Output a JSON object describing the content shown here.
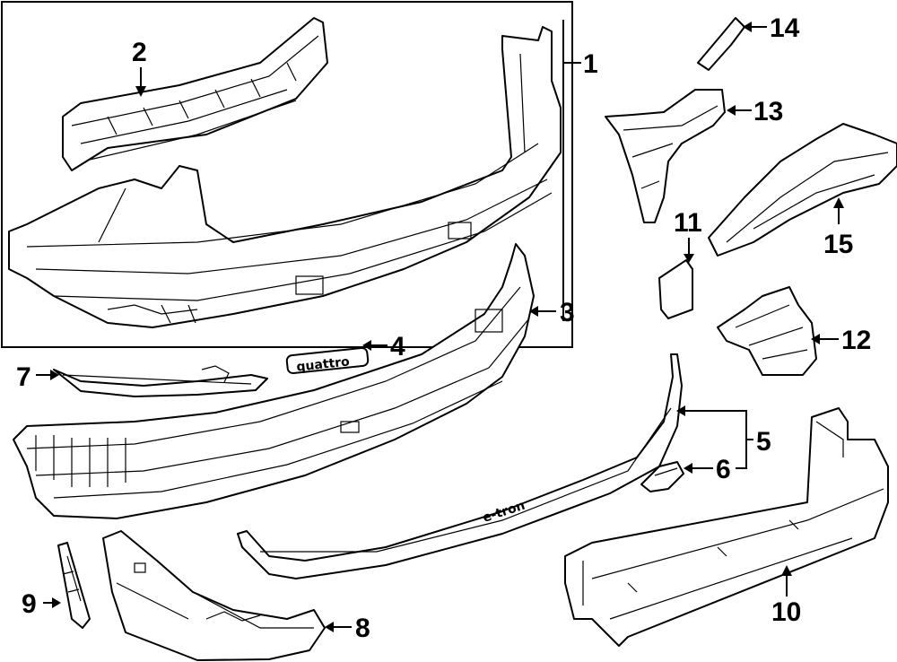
{
  "diagram": {
    "callouts": {
      "n1": "1",
      "n2": "2",
      "n3": "3",
      "n4": "4",
      "n5": "5",
      "n6": "6",
      "n7": "7",
      "n8": "8",
      "n9": "9",
      "n10": "10",
      "n11": "11",
      "n12": "12",
      "n13": "13",
      "n14": "14",
      "n15": "15"
    },
    "parts": {
      "emblem_text": "quattro",
      "insert_text": "e-tron"
    }
  }
}
